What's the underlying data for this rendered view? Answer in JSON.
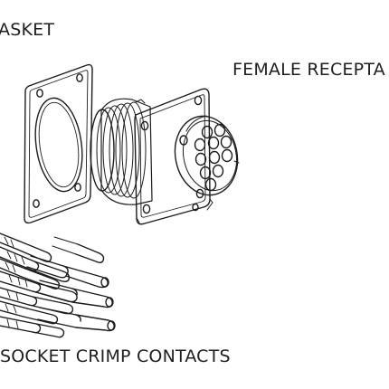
{
  "labels": {
    "gasket": "ASKET",
    "receptacle": "FEMALE RECEPTA",
    "contacts": "SOCKET CRIMP CONTACTS"
  },
  "colors": {
    "line": "#1c1c1c",
    "background": "#ffffff"
  }
}
